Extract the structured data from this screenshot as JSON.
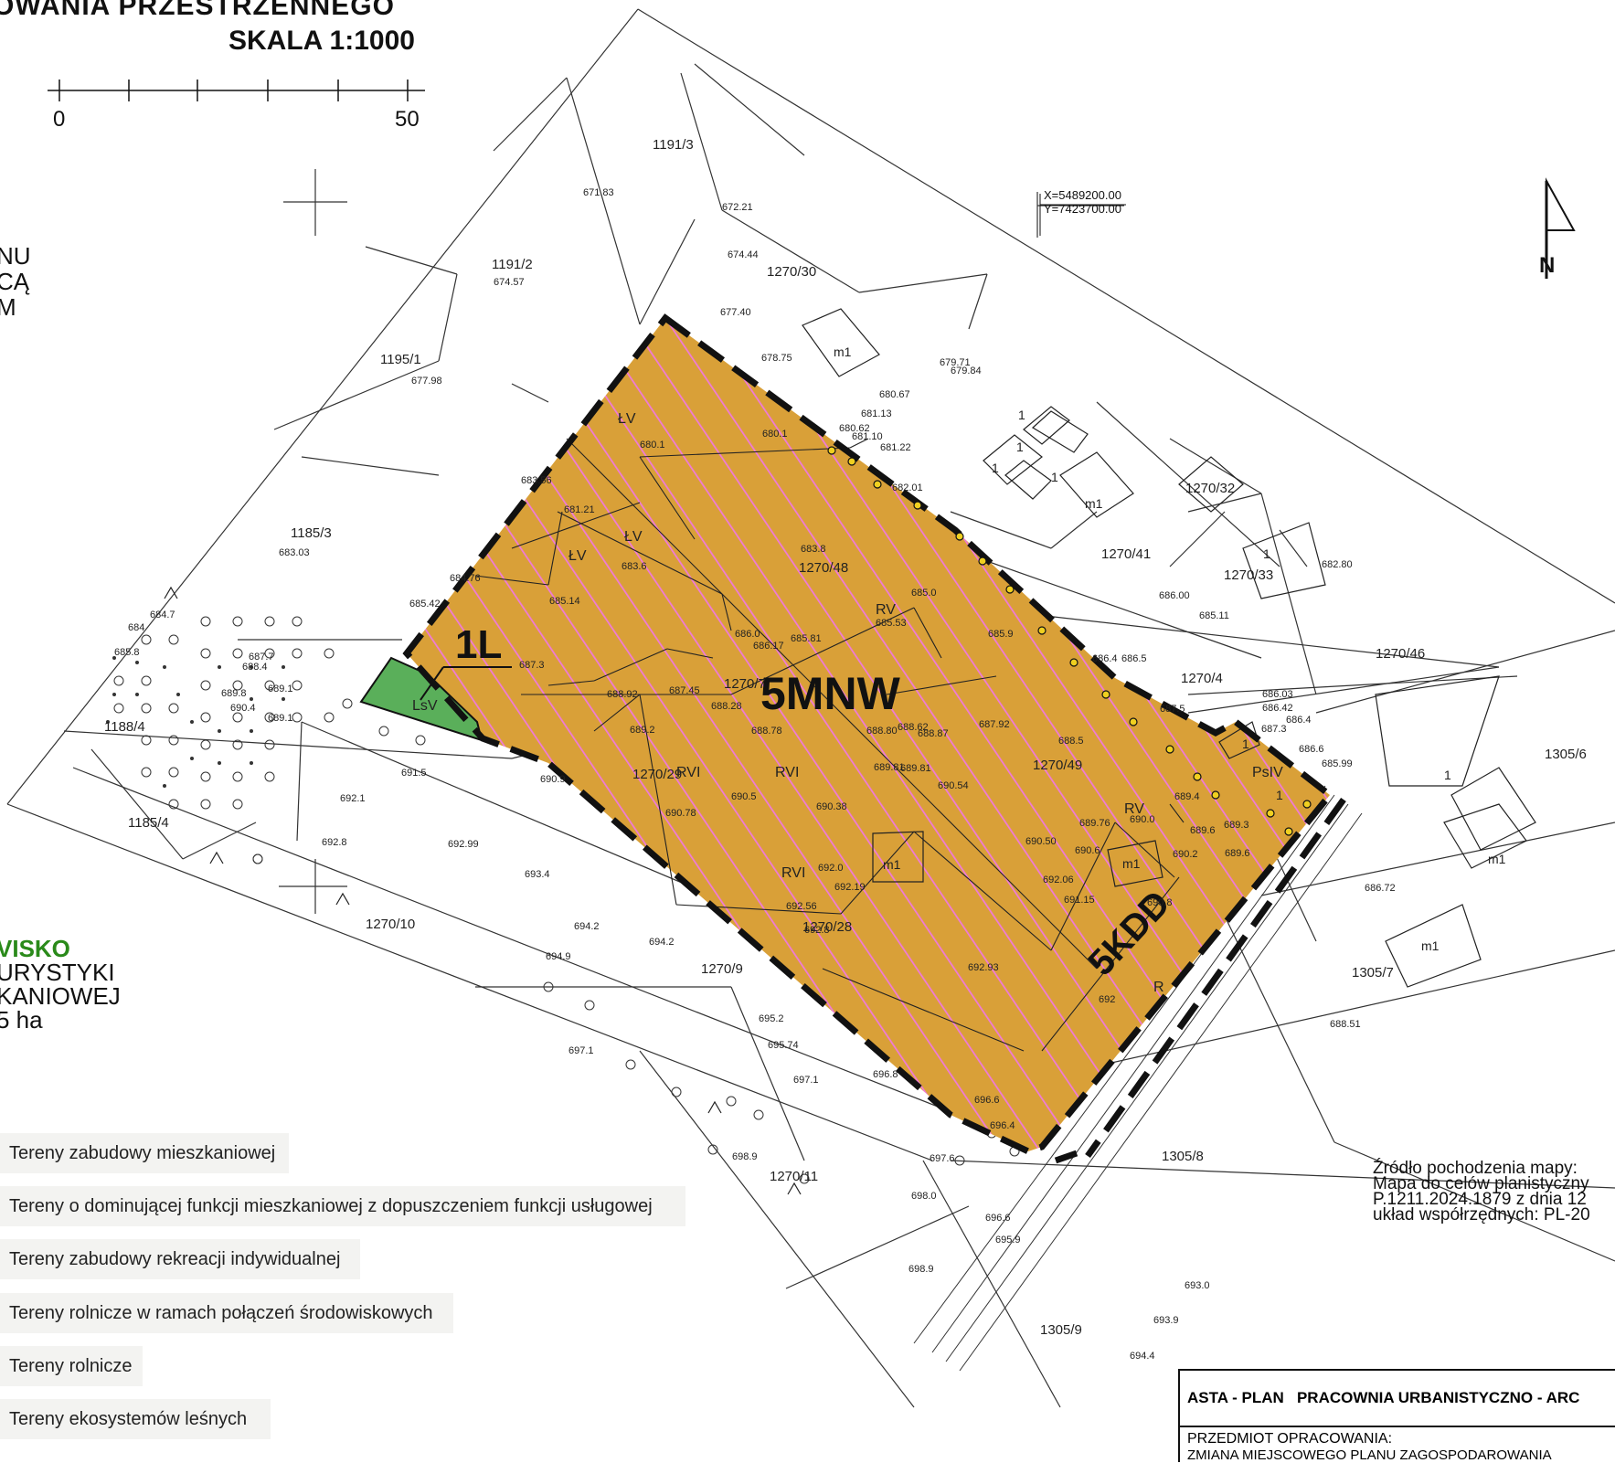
{
  "header": {
    "line1": "OWANIA PRZESTRZENNEGO",
    "line2": "SKALA 1:1000"
  },
  "scale_bar": {
    "start": "0",
    "end": "50"
  },
  "north": {
    "label": "N"
  },
  "coords": {
    "x": "X=5489200.00",
    "y": "Y=7423700.00"
  },
  "left_fragments": {
    "a": "NU",
    "b": "CĄ",
    "c": "M",
    "d": "VISKO",
    "e": "URYSTYKI",
    "f": "KANIOWEJ",
    "g": "5 ha"
  },
  "zones": {
    "main": "5MNW",
    "forest": "1L",
    "road": "5KDD"
  },
  "soil_labels": [
    "ŁV",
    "ŁV",
    "ŁV",
    "LsV",
    "RV",
    "RVI",
    "RVI",
    "RVI",
    "RV",
    "PsIV",
    "R"
  ],
  "parcels": [
    "1191/3",
    "1191/2",
    "1195/1",
    "1185/3",
    "1188/4",
    "1185/4",
    "1270/10",
    "1270/9",
    "1270/11",
    "1270/30",
    "1270/32",
    "1270/41",
    "1270/33",
    "1270/46",
    "1270/4",
    "1270/48",
    "1270/7",
    "1270/29",
    "1270/49",
    "1270/28",
    "1305/6",
    "1305/7",
    "1305/8",
    "1305/9"
  ],
  "buildings": [
    "m1",
    "m1",
    "m1",
    "m1",
    "m1",
    "m1",
    "1",
    "1",
    "1",
    "1",
    "1",
    "1",
    "1",
    "1"
  ],
  "elevations": [
    "671.83",
    "672.21",
    "674.44",
    "674.57",
    "677.40",
    "677.98",
    "678.75",
    "679.71",
    "679.84",
    "680.67",
    "681.13",
    "680.62",
    "681.10",
    "681.22",
    "680.1",
    "680.1",
    "682.01",
    "683.03",
    "683.56",
    "681.21",
    "683.6",
    "684.76",
    "685.14",
    "685.42",
    "684.7",
    "684",
    "685.8",
    "687.7",
    "688.4",
    "689.8",
    "689.1",
    "690.4",
    "689.1",
    "687.3",
    "683.8",
    "685.0",
    "685.53",
    "686.0",
    "686.17",
    "685.81",
    "687.45",
    "688.28",
    "688.78",
    "688.92",
    "689.2",
    "690.5",
    "690.78",
    "690.38",
    "688.80",
    "689.81",
    "689.81",
    "688.62",
    "688.87",
    "690.54",
    "687.92",
    "688.5",
    "686.4",
    "686.5",
    "687.5",
    "685.9",
    "686.00",
    "685.11",
    "682.80",
    "686.03",
    "686.42",
    "686.4",
    "687.3",
    "686.6",
    "685.99",
    "689.4",
    "689.6",
    "689.3",
    "689.6",
    "690.2",
    "690.0",
    "689.76",
    "690.6",
    "690.50",
    "692.06",
    "691.15",
    "690.8",
    "692.0",
    "692.19",
    "692.56",
    "692.8",
    "692.93",
    "692",
    "691.5",
    "692.1",
    "692.8",
    "692.99",
    "693.4",
    "690.9",
    "694.2",
    "694.2",
    "694.9",
    "695.2",
    "695.74",
    "697.1",
    "697.1",
    "696.8",
    "696.6",
    "696.4",
    "698.9",
    "697.6",
    "698.0",
    "696.6",
    "695.9",
    "698.9",
    "693.0",
    "693.9",
    "694.4",
    "686.72",
    "688.51"
  ],
  "legend": [
    "Tereny zabudowy mieszkaniowej",
    "Tereny o dominującej funkcji mieszkaniowej z dopuszczeniem funkcji usługowej",
    "Tereny zabudowy rekreacji indywidualnej",
    "Tereny rolnicze w ramach połączeń środowiskowych",
    "Tereny rolnicze",
    "Tereny ekosystemów leśnych"
  ],
  "source": {
    "line1": "Źródło pochodzenia mapy:",
    "line2": "Mapa do celów planistyczny",
    "line3": "P.1211.2024.1879 z dnia 12",
    "line4": "układ współrzędnych: PL-20"
  },
  "title_block": {
    "firm": "ASTA - PLAN",
    "firm_desc": "PRACOWNIA URBANISTYCZNO - ARC",
    "subject_label": "PRZEDMIOT OPRACOWANIA:",
    "subject": "ZMIANA MIEJSCOWEGO PLANU ZAGOSPODAROWANIA"
  },
  "colors": {
    "zone_fill": "#d9a038",
    "hatch": "#f07ad8",
    "forest": "#5aaf5a",
    "boundary": "#111111",
    "line": "#333333"
  }
}
